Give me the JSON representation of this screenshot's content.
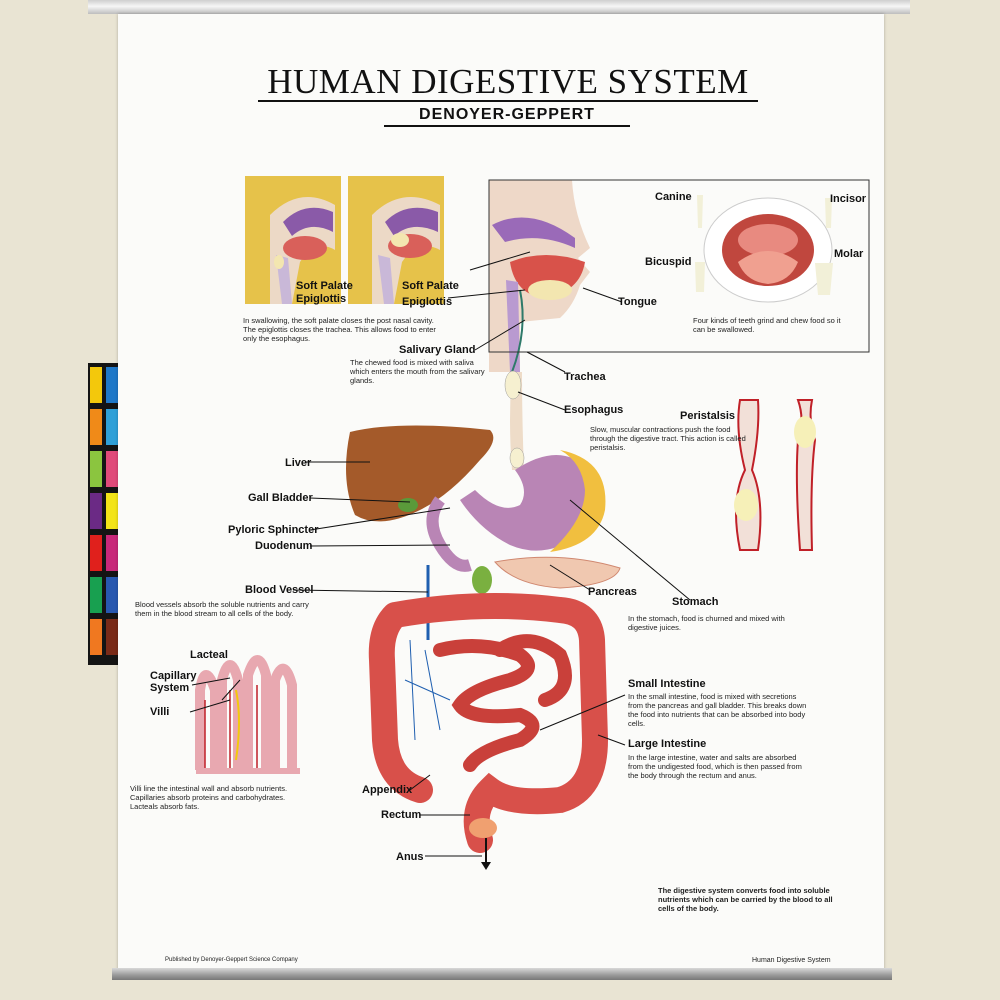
{
  "title": "HUMAN DIGESTIVE SYSTEM",
  "subtitle": "DENOYER-GEPPERT",
  "labels": {
    "soft_palate": "Soft Palate",
    "epiglottis": "Epiglottis",
    "tongue": "Tongue",
    "salivary_gland": "Salivary Gland",
    "trachea": "Trachea",
    "esophagus": "Esophagus",
    "canine": "Canine",
    "incisor": "Incisor",
    "bicuspid": "Bicuspid",
    "molar": "Molar",
    "peristalsis": "Peristalsis",
    "liver": "Liver",
    "gall_bladder": "Gall Bladder",
    "pyloric_sphincter": "Pyloric Sphincter",
    "duodenum": "Duodenum",
    "blood_vessel": "Blood Vessel",
    "pancreas": "Pancreas",
    "stomach": "Stomach",
    "lacteal": "Lacteal",
    "capillary_system": "Capillary\nSystem",
    "villi": "Villi",
    "small_intestine": "Small Intestine",
    "large_intestine": "Large Intestine",
    "appendix": "Appendix",
    "rectum": "Rectum",
    "anus": "Anus"
  },
  "captions": {
    "swallowing": "In swallowing, the soft palate closes the post nasal cavity. The epiglottis closes the trachea. This allows food to enter only the esophagus.",
    "salivary": "The chewed food is mixed with saliva which enters the mouth from the salivary glands.",
    "teeth": "Four kinds of teeth grind and chew food so it can be swallowed.",
    "peristalsis": "Slow, muscular contractions push the food through the digestive tract. This action is called peristalsis.",
    "blood_vessel": "Blood vessels absorb the soluble nutrients and carry them in the blood stream to all cells of the body.",
    "stomach": "In the stomach, food is churned and mixed with digestive juices.",
    "small_intestine": "In the small intestine, food is mixed with secretions from the pancreas and gall bladder. This breaks down the food into nutrients that can be absorbed into body cells.",
    "large_intestine": "In the large intestine, water and salts are absorbed from the undigested food, which is then passed from the body through the rectum and anus.",
    "villi": "Villi line the intestinal wall and absorb nutrients. Capillaries absorb proteins and carbohydrates. Lacteals absorb fats.",
    "summary": "The digestive system converts food into soluble nutrients which can be carried by the blood to all cells of the body."
  },
  "footer": {
    "publisher": "Published by Denoyer-Geppert Science Company",
    "chart_name": "Human Digestive System"
  },
  "colors": {
    "intestine": "#d8504a",
    "liver": "#a45a2a",
    "stomach": "#b985b5",
    "pancreas": "#f0c8b0",
    "mouth": "#e9a79d",
    "teal_line": "#2e7a6a"
  }
}
